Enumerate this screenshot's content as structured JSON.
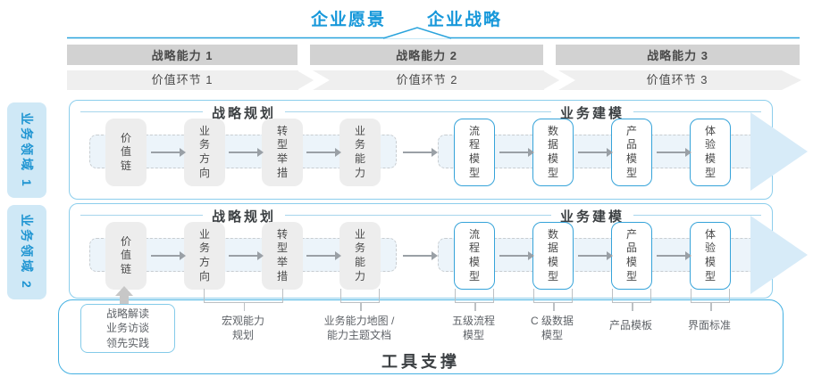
{
  "header": {
    "vision": "企业愿景",
    "strategy": "企业战略"
  },
  "capability_bars": [
    "战略能力 1",
    "战略能力 2",
    "战略能力 3"
  ],
  "value_chain_bars": [
    "价值环节 1",
    "价值环节 2",
    "价值环节 3"
  ],
  "domains": [
    "业务领域 1",
    "业务领域 2"
  ],
  "panels": [
    {
      "planning_header": "战略规划",
      "modeling_header": "业务建模",
      "boxes": [
        {
          "label": "价值链",
          "style": "gray"
        },
        {
          "label": "业务方向",
          "style": "gray"
        },
        {
          "label": "转型举措",
          "style": "gray"
        },
        {
          "label": "业务能力",
          "style": "gray"
        },
        {
          "label": "流程模型",
          "style": "blue"
        },
        {
          "label": "数据模型",
          "style": "blue"
        },
        {
          "label": "产品模型",
          "style": "blue"
        },
        {
          "label": "体验模型",
          "style": "blue"
        }
      ]
    },
    {
      "planning_header": "战略规划",
      "modeling_header": "业务建模",
      "boxes": [
        {
          "label": "价值链",
          "style": "gray"
        },
        {
          "label": "业务方向",
          "style": "gray"
        },
        {
          "label": "转型举措",
          "style": "gray"
        },
        {
          "label": "业务能力",
          "style": "gray"
        },
        {
          "label": "流程模型",
          "style": "blue"
        },
        {
          "label": "数据模型",
          "style": "blue"
        },
        {
          "label": "产品模型",
          "style": "blue"
        },
        {
          "label": "体验模型",
          "style": "blue"
        }
      ]
    }
  ],
  "bottom": {
    "practice_box": "战略解读\n业务访谈\n领先实践",
    "labels": [
      "宏观能力\n规划",
      "业务能力地图 /\n能力主题文档",
      "五级流程\n模型",
      "C 级数据\n模型",
      "产品模板",
      "界面标准"
    ],
    "tool_support": "工具支撑"
  },
  "colors": {
    "title_blue": "#1798da",
    "panel_border": "#8cceec",
    "domain_fill": "#cfe8f6",
    "domain_text": "#1f95d2",
    "capbar_fill": "#d2d2d2",
    "chevron_fill": "#efefef",
    "band_fill": "#ecf4fa",
    "big_arrow_fill": "#d7ebf8",
    "gray_box_fill": "#ededed",
    "blue_box_border": "#36a3d9",
    "tool_border": "#45b1e2",
    "text_dark": "#3c4043",
    "text_gray": "#5f6368"
  }
}
